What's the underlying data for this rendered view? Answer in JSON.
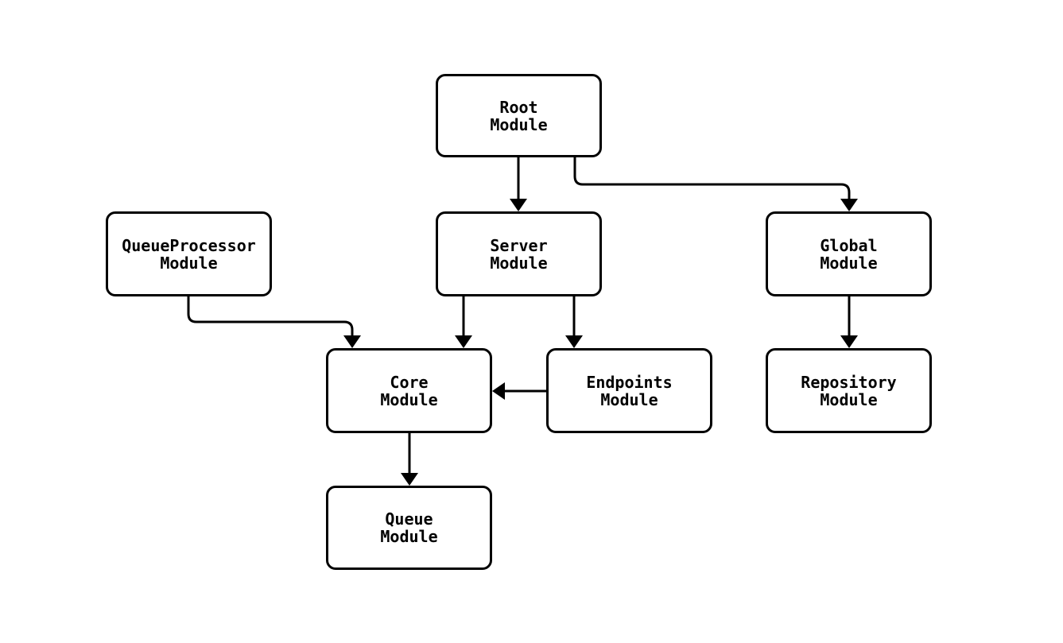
{
  "diagram": {
    "type": "module-dependency-graph",
    "background": "#ffffff",
    "colors": {
      "node_border": "#000000",
      "node_fill": "#ffffff",
      "edge_stroke": "#000000",
      "text": "#000000"
    },
    "nodes": {
      "root": {
        "line1": "Root",
        "line2": "Module"
      },
      "queueProcessor": {
        "line1": "QueueProcessor",
        "line2": "Module"
      },
      "server": {
        "line1": "Server",
        "line2": "Module"
      },
      "global": {
        "line1": "Global",
        "line2": "Module"
      },
      "core": {
        "line1": "Core",
        "line2": "Module"
      },
      "endpoints": {
        "line1": "Endpoints",
        "line2": "Module"
      },
      "repository": {
        "line1": "Repository",
        "line2": "Module"
      },
      "queue": {
        "line1": "Queue",
        "line2": "Module"
      }
    },
    "edges": [
      {
        "from": "Root Module",
        "to": "Server Module"
      },
      {
        "from": "Root Module",
        "to": "Global Module"
      },
      {
        "from": "QueueProcessor Module",
        "to": "Core Module"
      },
      {
        "from": "Server Module",
        "to": "Core Module"
      },
      {
        "from": "Server Module",
        "to": "Endpoints Module"
      },
      {
        "from": "Endpoints Module",
        "to": "Core Module"
      },
      {
        "from": "Global Module",
        "to": "Repository Module"
      },
      {
        "from": "Core Module",
        "to": "Queue Module"
      }
    ]
  }
}
